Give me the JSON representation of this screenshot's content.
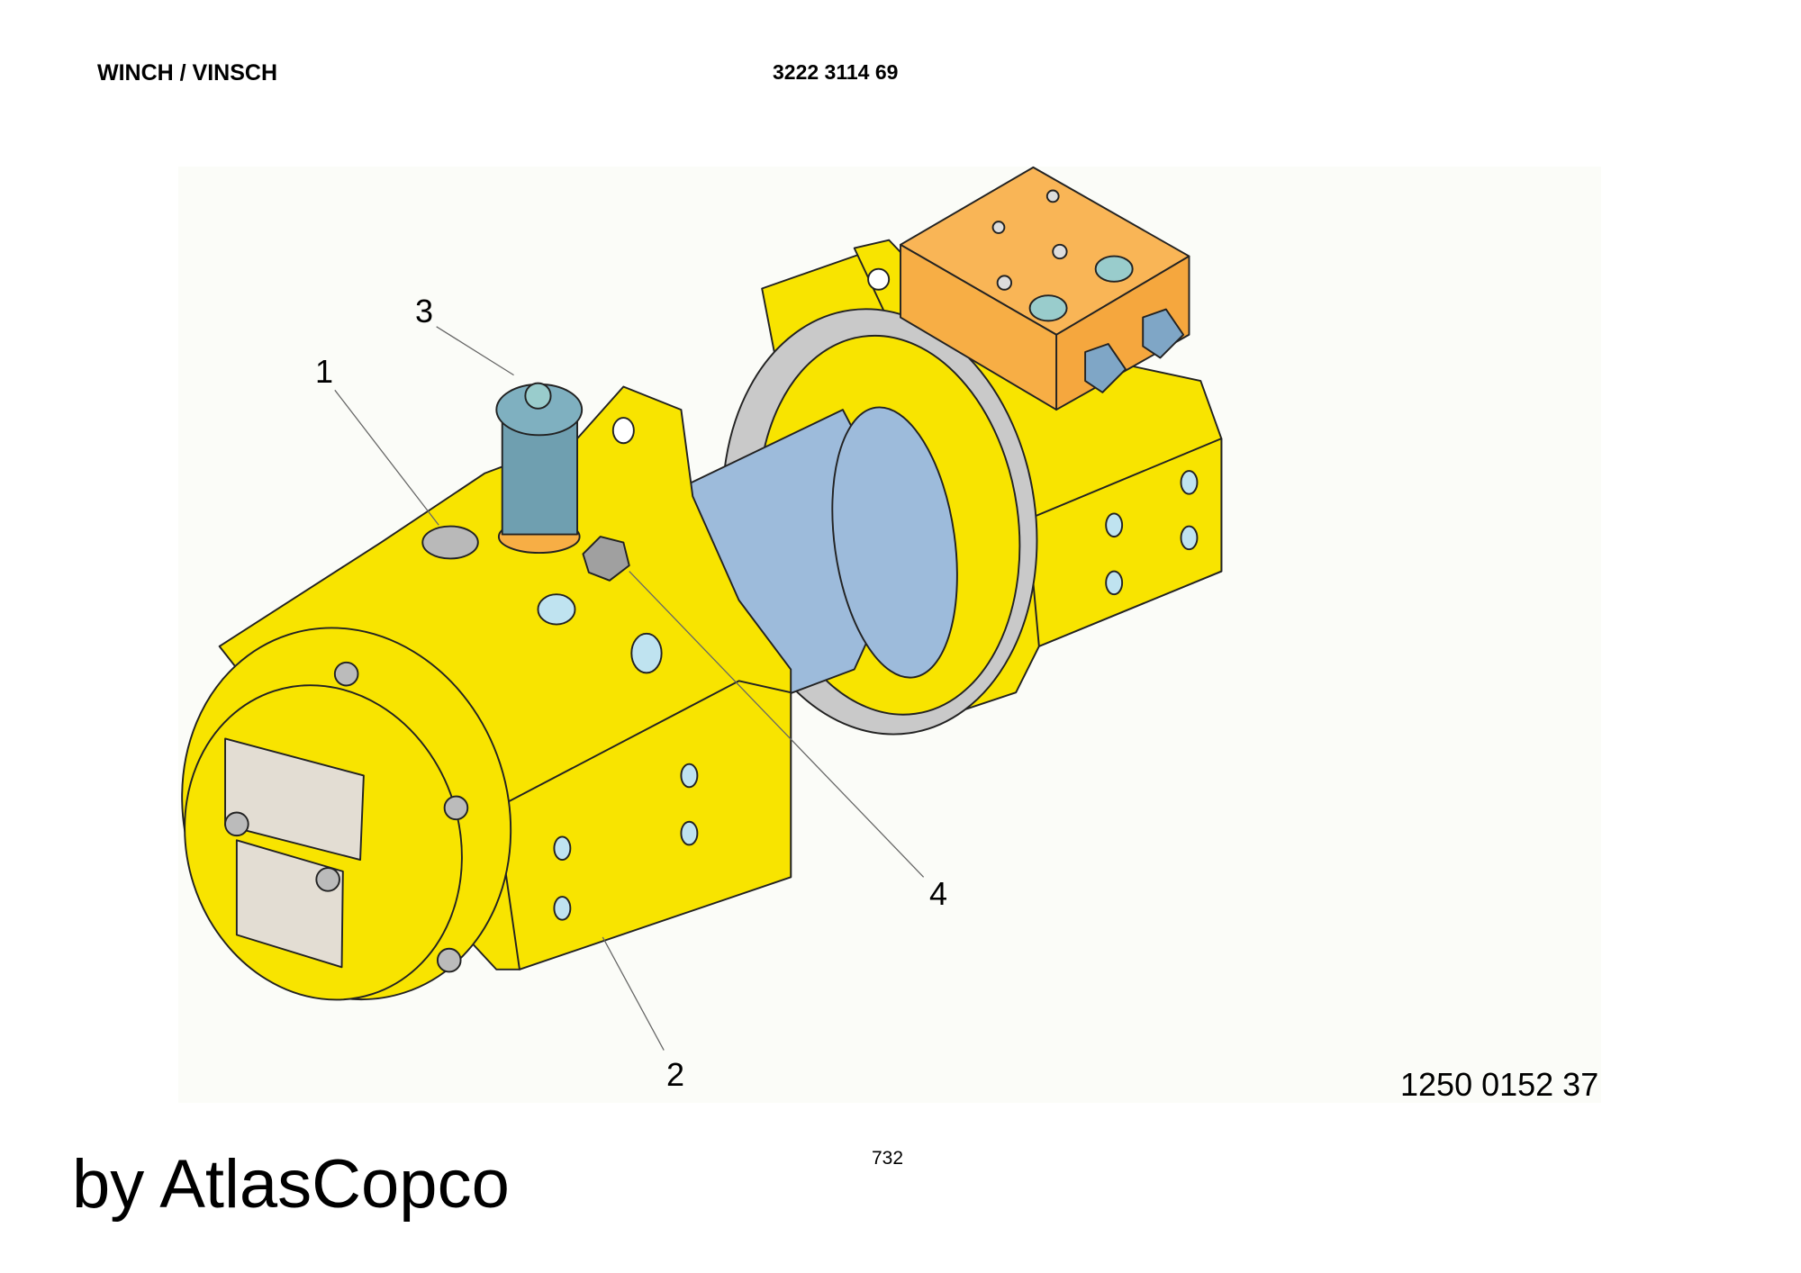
{
  "header": {
    "title": "WINCH / VINSCH",
    "part_number": "3222 3114 69"
  },
  "figure": {
    "callouts": [
      "1",
      "2",
      "3",
      "4"
    ],
    "figure_number": "1250 0152 37",
    "colors": {
      "housing": "#f8e400",
      "drum": "#9dbbdb",
      "valve_block": "#f7ae45",
      "flange": "#c9c9c9",
      "knob": "#6f9fb0"
    }
  },
  "footer": {
    "page_number": "732",
    "brand": "by AtlasCopco"
  }
}
